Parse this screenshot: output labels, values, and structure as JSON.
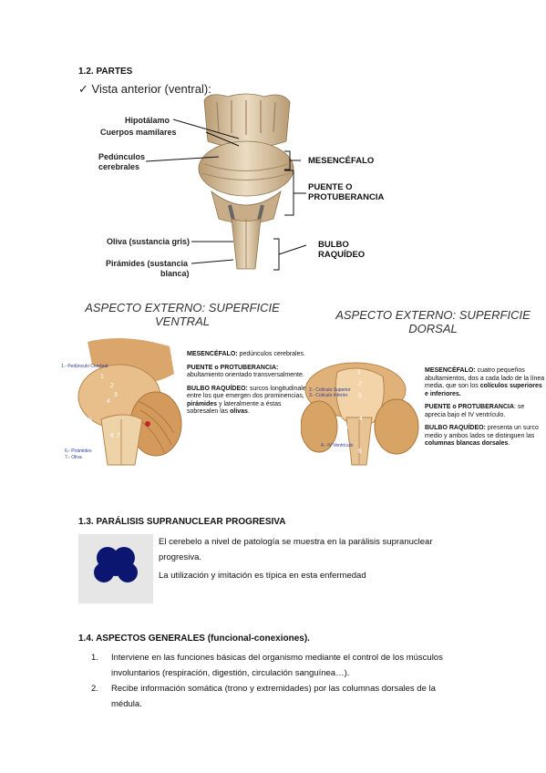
{
  "sec_1_2": {
    "heading": "1.2. PARTES",
    "vista": "Vista anterior (ventral):",
    "labels_left": {
      "hipotalamo": "Hipotálamo",
      "cuerpos": "Cuerpos mamilares",
      "pedunculos_1": "Pedúnculos",
      "pedunculos_2": "cerebrales",
      "oliva": "Oliva (sustancia gris)",
      "piramides_1": "Pirámides (sustancia",
      "piramides_2": "blanca)"
    },
    "labels_right": {
      "mesencefalo": "MESENCÉFALO",
      "puente_1": "PUENTE O",
      "puente_2": "PROTUBERANCIA",
      "bulbo_1": "BULBO",
      "bulbo_2": "RAQUÍDEO"
    }
  },
  "ventral": {
    "title_1": "ASPECTO EXTERNO: SUPERFICIE",
    "title_2": "VENTRAL",
    "p1_b": "MESENCÉFALO:",
    "p1": " pedúnculos cerebrales.",
    "p2_b": "PUENTE o PROTUBERANCIA:",
    "p2": " abultamiento orientado transversalmente.",
    "p3_b": "BULBO RAQUÍDEO:",
    "p3_a": " surcos longitudinales entre los que emergen dos prominencias, ",
    "p3_b2": "pirámides",
    "p3_c": " y lateralmente a éstas sobresalen las ",
    "p3_d": "olivas",
    "p3_e": ".",
    "cap_1": "1.- Pedúnculo Cerebral",
    "cap_6": "6.- Pirámides",
    "cap_7": "7.- Oliva",
    "nums": [
      "1",
      "2",
      "3",
      "4",
      "5",
      "6",
      "7"
    ]
  },
  "dorsal": {
    "title_1": "ASPECTO EXTERNO: SUPERFICIE",
    "title_2": "DORSAL",
    "p1_b": "MESENCÉFALO:",
    "p1_a": " cuatro pequeños abultamientos, dos a cada lado de la línea media, que son los ",
    "p1_b2": "colículos superiores e inferiores.",
    "p2_b": "PUENTE o PROTUBERANCIA",
    "p2": ": se aprecia bajo el IV ventrículo.",
    "p3_b": "BULBO RAQUÍDEO:",
    "p3_a": " presenta un surco medio y ambos lados se distinguen las ",
    "p3_b2": "columnas blancas dorsales",
    "p3_c": ".",
    "cap_2": "2.- Colículo Superior",
    "cap_3": "3.- Colículo Inferior",
    "cap_4": "4.- IV Ventrículo",
    "nums": [
      "1",
      "2",
      "3",
      "4",
      "5",
      "6"
    ]
  },
  "sec_1_3": {
    "heading": "1.3. PARÁLISIS SUPRANUCLEAR PROGRESIVA",
    "line1": "El cerebelo a nivel de patología se muestra en la parálisis supranuclear",
    "line2": "progresiva.",
    "line3": "La utilización y imitación es típica en esta enfermedad",
    "colors": {
      "icon_bg": "#e6e6e6",
      "icon_fill": "#0a1670"
    }
  },
  "sec_1_4": {
    "heading": "1.4. ASPECTOS GENERALES (funcional-conexiones).",
    "items": [
      {
        "num": "1.",
        "line1": "Interviene en las funciones básicas del organismo mediante el control de los músculos",
        "line2": "involuntarios (respiración, digestión, circulación sanguínea…)."
      },
      {
        "num": "2.",
        "line1": "Recibe información somática (trono y extremidades) por las columnas dorsales de la",
        "line2": "médula."
      }
    ]
  }
}
